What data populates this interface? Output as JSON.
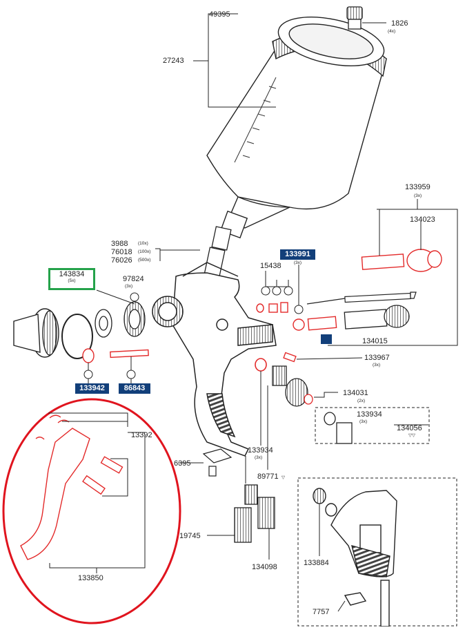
{
  "colors": {
    "blue_tag": "#123f7a",
    "green_box": "#24a24a",
    "red_parts": "#e32a2a",
    "red_ellipse": "#e0141e",
    "line": "#222222"
  },
  "parts": {
    "p49395": "49395",
    "p1826": "1826",
    "p1826_qty": "(4x)",
    "p27243": "27243",
    "p133959": "133959",
    "p133959_qty": "(3x)",
    "p134023": "134023",
    "p3988": "3988",
    "p3988_qty": "(10x)",
    "p76018": "76018",
    "p76018_qty": "(100x)",
    "p76026": "76026",
    "p76026_qty": "(500x)",
    "p133991": "133991",
    "p133991_qty": "(3x)",
    "p15438": "15438",
    "p143834": "143834",
    "p143834_qty": "(5x)",
    "p97824": "97824",
    "p97824_qty": "(3x)",
    "p134015": "134015",
    "p133967": "133967",
    "p133967_qty": "(3x)",
    "p133942": "133942",
    "p86843": "86843",
    "p134031": "134031",
    "p134031_qty": "(2x)",
    "p133934a": "133934",
    "p133934a_qty": "(3x)",
    "p134056": "134056",
    "p134056_mark": "▽▽",
    "p13392x": "13392",
    "p6395": "6395",
    "p133934b": "133934",
    "p133934b_qty": "(3x)",
    "p89771": "89771",
    "p89771_mark": "▽",
    "p19745": "19745",
    "p134098": "134098",
    "p133850": "133850",
    "p133884": "133884",
    "p7757": "7757"
  }
}
